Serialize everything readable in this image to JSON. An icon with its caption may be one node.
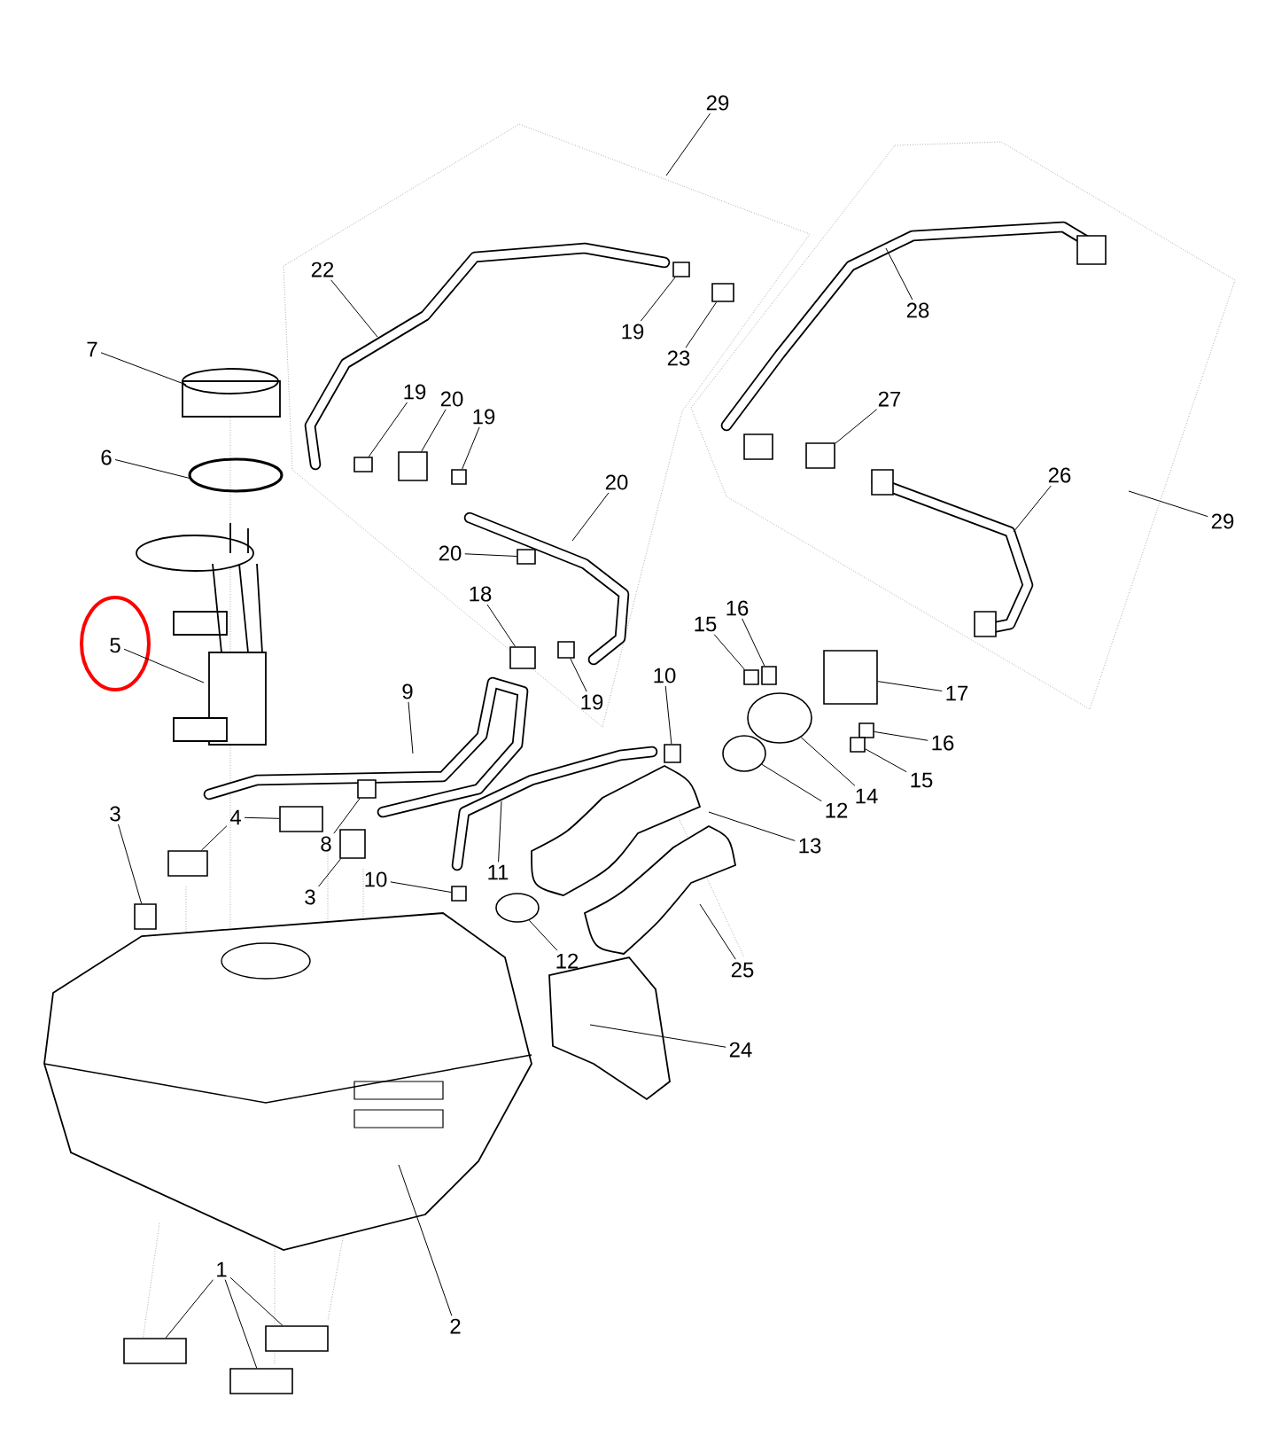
{
  "diagram": {
    "nodes": [
      {
        "text": [
          "29"
        ]
      },
      {
        "text": [
          "22"
        ]
      },
      {
        "text": [
          "19"
        ]
      },
      {
        "text": [
          "23"
        ]
      },
      {
        "text": [
          "28"
        ]
      },
      {
        "text": [
          "7"
        ]
      },
      {
        "text": [
          "19"
        ]
      },
      {
        "text": [
          "20"
        ]
      },
      {
        "text": [
          "19"
        ]
      },
      {
        "text": [
          "27"
        ]
      },
      {
        "text": [
          "6"
        ]
      },
      {
        "text": [
          "20"
        ]
      },
      {
        "text": [
          "26"
        ]
      },
      {
        "text": [
          "29"
        ]
      },
      {
        "text": [
          "20"
        ]
      },
      {
        "text": [
          "18"
        ]
      },
      {
        "text": [
          "16"
        ]
      },
      {
        "text": [
          "15"
        ]
      },
      {
        "text": [
          "5"
        ]
      },
      {
        "text": [
          "19"
        ]
      },
      {
        "text": [
          "17"
        ]
      },
      {
        "text": [
          "10"
        ]
      },
      {
        "text": [
          "9"
        ]
      },
      {
        "text": [
          "16"
        ]
      },
      {
        "text": [
          "15"
        ]
      },
      {
        "text": [
          "14"
        ]
      },
      {
        "text": [
          "12"
        ]
      },
      {
        "text": [
          "3"
        ]
      },
      {
        "text": [
          "4"
        ]
      },
      {
        "text": [
          "8"
        ]
      },
      {
        "text": [
          "13"
        ]
      },
      {
        "text": [
          "11"
        ]
      },
      {
        "text": [
          "3"
        ]
      },
      {
        "text": [
          "10"
        ]
      },
      {
        "text": [
          "12"
        ]
      },
      {
        "text": [
          "25"
        ]
      },
      {
        "text": [
          "24"
        ]
      },
      {
        "text": [
          "2"
        ]
      },
      {
        "text": [
          "1"
        ]
      },
      {
        "text": [],
        "shape": "box"
      },
      {
        "text": [],
        "shape": "box"
      },
      {
        "text": [],
        "shape": "box"
      },
      {
        "text": [],
        "shape": "box"
      },
      {
        "text": [],
        "shape": "box"
      },
      {
        "text": [],
        "shape": "box"
      },
      {
        "text": [],
        "shape": "box"
      },
      {
        "text": [],
        "shape": "box"
      },
      {
        "text": [],
        "shape": "box"
      },
      {
        "text": [],
        "shape": "box"
      },
      {
        "text": [],
        "shape": "box"
      },
      {
        "text": [],
        "shape": "box"
      },
      {
        "text": [],
        "shape": "box"
      },
      {
        "text": [],
        "shape": "box"
      },
      {
        "text": [],
        "shape": "box"
      },
      {
        "text": [],
        "shape": "box"
      },
      {
        "text": [],
        "shape": "box"
      },
      {
        "text": [],
        "shape": "box"
      },
      {
        "text": [],
        "shape": "box"
      },
      {
        "text": [],
        "shape": "box"
      },
      {
        "text": [],
        "shape": "box"
      },
      {
        "text": [],
        "shape": "box"
      },
      {
        "text": [],
        "shape": "box"
      },
      {
        "text": [],
        "shape": "box"
      },
      {
        "text": [],
        "shape": "circle"
      },
      {
        "text": [],
        "shape": "circle"
      },
      {
        "text": [],
        "shape": "circle"
      }
    ],
    "edges": [
      {
        "from": 0,
        "to": null,
        "arrow": "none"
      },
      {
        "from": 1,
        "to": null,
        "arrow": "none"
      },
      {
        "from": 2,
        "to": 42,
        "arrow": "none"
      },
      {
        "from": 3,
        "to": 43,
        "arrow": "none"
      },
      {
        "from": 4,
        "to": null,
        "arrow": "none"
      },
      {
        "from": 5,
        "to": null,
        "arrow": "none"
      },
      {
        "from": 6,
        "to": 39,
        "arrow": "none"
      },
      {
        "from": 7,
        "to": 40,
        "arrow": "none"
      },
      {
        "from": 8,
        "to": 41,
        "arrow": "none"
      },
      {
        "from": 9,
        "to": 47,
        "arrow": "none"
      },
      {
        "from": 10,
        "to": null,
        "arrow": "none"
      },
      {
        "from": 11,
        "to": null,
        "arrow": "none"
      },
      {
        "from": 12,
        "to": null,
        "arrow": "none"
      },
      {
        "from": 13,
        "to": null,
        "arrow": "none"
      },
      {
        "from": 14,
        "to": 44,
        "arrow": "none"
      },
      {
        "from": 15,
        "to": 45,
        "arrow": "none"
      },
      {
        "from": 16,
        "to": 49,
        "arrow": "none"
      },
      {
        "from": 17,
        "to": 48,
        "arrow": "none"
      },
      {
        "from": 18,
        "to": null,
        "arrow": "none"
      },
      {
        "from": 19,
        "to": 46,
        "arrow": "none"
      },
      {
        "from": 20,
        "to": 52,
        "arrow": "none"
      },
      {
        "from": 21,
        "to": 53,
        "arrow": "none"
      },
      {
        "from": 22,
        "to": null,
        "arrow": "none"
      },
      {
        "from": 23,
        "to": 50,
        "arrow": "none"
      },
      {
        "from": 24,
        "to": 51,
        "arrow": "none"
      },
      {
        "from": 25,
        "to": 63,
        "arrow": "none"
      },
      {
        "from": 26,
        "to": 64,
        "arrow": "none"
      },
      {
        "from": 27,
        "to": 57,
        "arrow": "none"
      },
      {
        "from": 28,
        "to": 54,
        "arrow": "none"
      },
      {
        "from": 28,
        "to": 55,
        "arrow": "none"
      },
      {
        "from": 29,
        "to": 58,
        "arrow": "none"
      },
      {
        "from": 30,
        "to": null,
        "arrow": "none"
      },
      {
        "from": 31,
        "to": null,
        "arrow": "none"
      },
      {
        "from": 32,
        "to": 56,
        "arrow": "none"
      },
      {
        "from": 33,
        "to": 59,
        "arrow": "none"
      },
      {
        "from": 34,
        "to": 65,
        "arrow": "none"
      },
      {
        "from": 35,
        "to": null,
        "arrow": "none"
      },
      {
        "from": 36,
        "to": null,
        "arrow": "none"
      },
      {
        "from": 37,
        "to": null,
        "arrow": "none"
      },
      {
        "from": 38,
        "to": 60,
        "arrow": "none"
      },
      {
        "from": 38,
        "to": 61,
        "arrow": "none"
      },
      {
        "from": 38,
        "to": 62,
        "arrow": "none"
      }
    ]
  }
}
